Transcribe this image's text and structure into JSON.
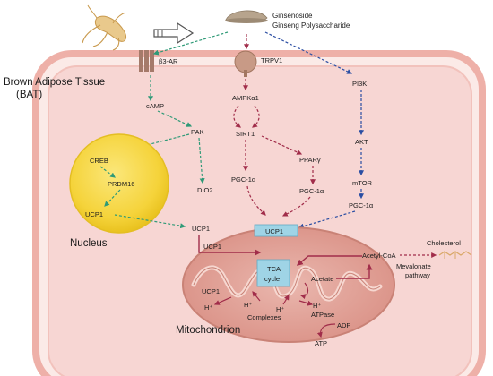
{
  "compounds": {
    "line1": "Ginsenoside",
    "line2": "Ginseng Polysaccharide"
  },
  "tissue": {
    "line1": "Brown Adipose Tissue",
    "line2": "(BAT)"
  },
  "receptors": {
    "b3ar": "β3-AR",
    "trpv1": "TRPV1"
  },
  "pathway_left": {
    "camp": "cAMP",
    "pak": "PAK",
    "dio2": "DIO2",
    "ucp1_out": "UCP1"
  },
  "nucleus": {
    "label": "Nucleus",
    "creb": "CREB",
    "prdm16": "PRDM16",
    "ucp1": "UCP1"
  },
  "pathway_mid": {
    "ampk": "AMPKα1",
    "sirt1": "SIRT1",
    "pgc1a_left": "PGC-1α",
    "ppary": "PPARγ",
    "pgc1a_right": "PGC-1α"
  },
  "pathway_right": {
    "pi3k": "PI3K",
    "akt": "AKT",
    "mtor": "mTOR",
    "pgc1a": "PGC-1α"
  },
  "mitochondrion": {
    "label": "Mitochondrion",
    "ucp1_membrane": "UCP1",
    "ucp1_inner": "UCP1",
    "tca_line1": "TCA",
    "tca_line2": "cycle",
    "acetate": "Acetate",
    "acetyl_coa": "Acetyl-CoA",
    "ucp1_bottom": "UCP1",
    "h_left": "H⁺",
    "h_mid1": "H⁺",
    "h_mid2": "H⁺",
    "h_right": "H⁺",
    "complexes": "Complexes",
    "atpase": "ATPase",
    "adp": "ADP",
    "atp": "ATP"
  },
  "cholesterol": {
    "label": "Cholesterol",
    "mevalonate_line1": "Mevalonate",
    "mevalonate_line2": "pathway"
  },
  "colors": {
    "green_arrow": "#2f9a77",
    "blue_arrow": "#2b4ea3",
    "red_arrow": "#a12d4a",
    "cell_fill": "#f7d6d3",
    "cell_stroke": "#e8a39b",
    "nucleus_fill": "#f7d84a",
    "mito_fill": "#e3a89e",
    "ucp1_box": "#9fd4e6"
  },
  "icons": [
    "ginseng-root-icon",
    "hollow-arrow-icon",
    "powder-pile-icon",
    "cholesterol-molecule-icon"
  ]
}
